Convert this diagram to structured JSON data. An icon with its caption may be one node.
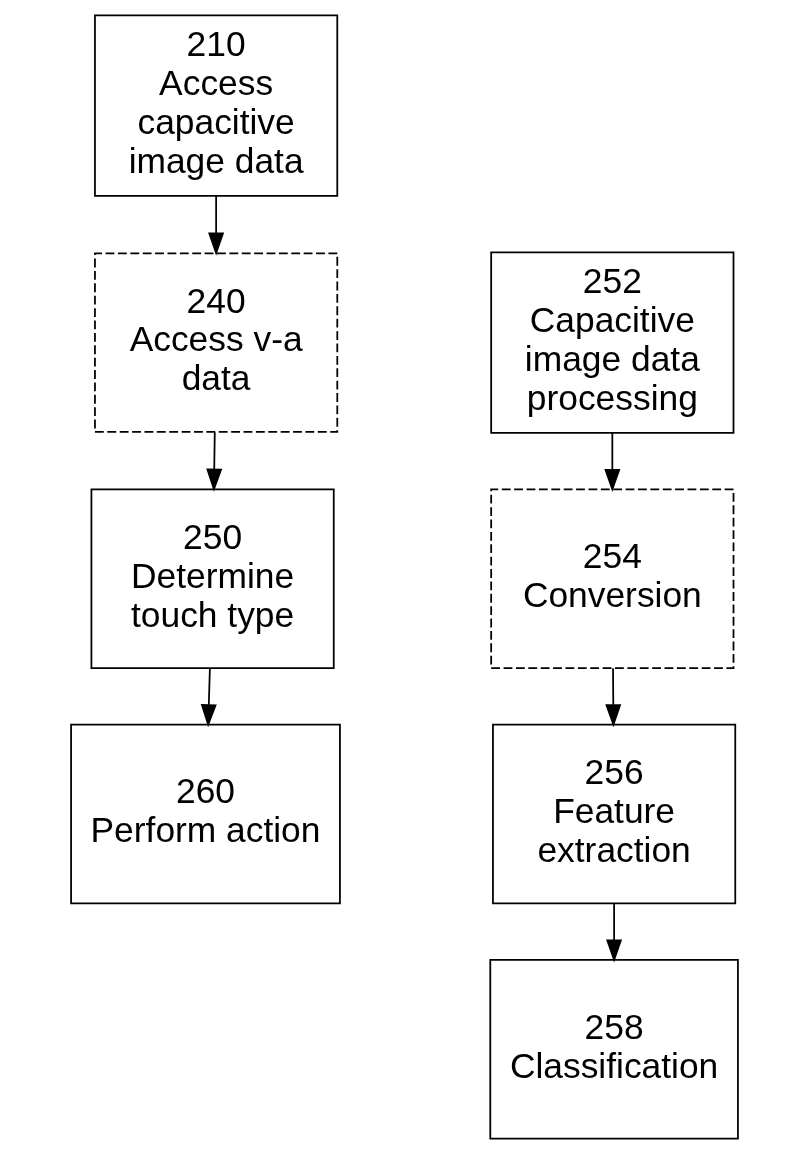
{
  "diagram": {
    "nodes": [
      {
        "text": [
          "210",
          "Access capacitive image data"
        ]
      },
      {
        "text": [
          "240",
          "Access v-a data"
        ]
      },
      {
        "text": [
          "250",
          "Determine touch type"
        ]
      },
      {
        "text": [
          "260",
          "Perform action"
        ]
      },
      {
        "text": [
          "252",
          "Capacitive image data processing"
        ]
      },
      {
        "text": [
          "254",
          "Conversion"
        ]
      },
      {
        "text": [
          "256",
          "Feature extraction"
        ]
      },
      {
        "text": [
          "258",
          "Classification"
        ]
      }
    ],
    "edges": [
      {
        "from": 0,
        "to": 1,
        "arrow": "to"
      },
      {
        "from": 1,
        "to": 2,
        "arrow": "to"
      },
      {
        "from": 2,
        "to": 3,
        "arrow": "to"
      },
      {
        "from": 4,
        "to": 5,
        "arrow": "to"
      },
      {
        "from": 5,
        "to": 6,
        "arrow": "to"
      },
      {
        "from": 6,
        "to": 7,
        "arrow": "to"
      }
    ]
  }
}
